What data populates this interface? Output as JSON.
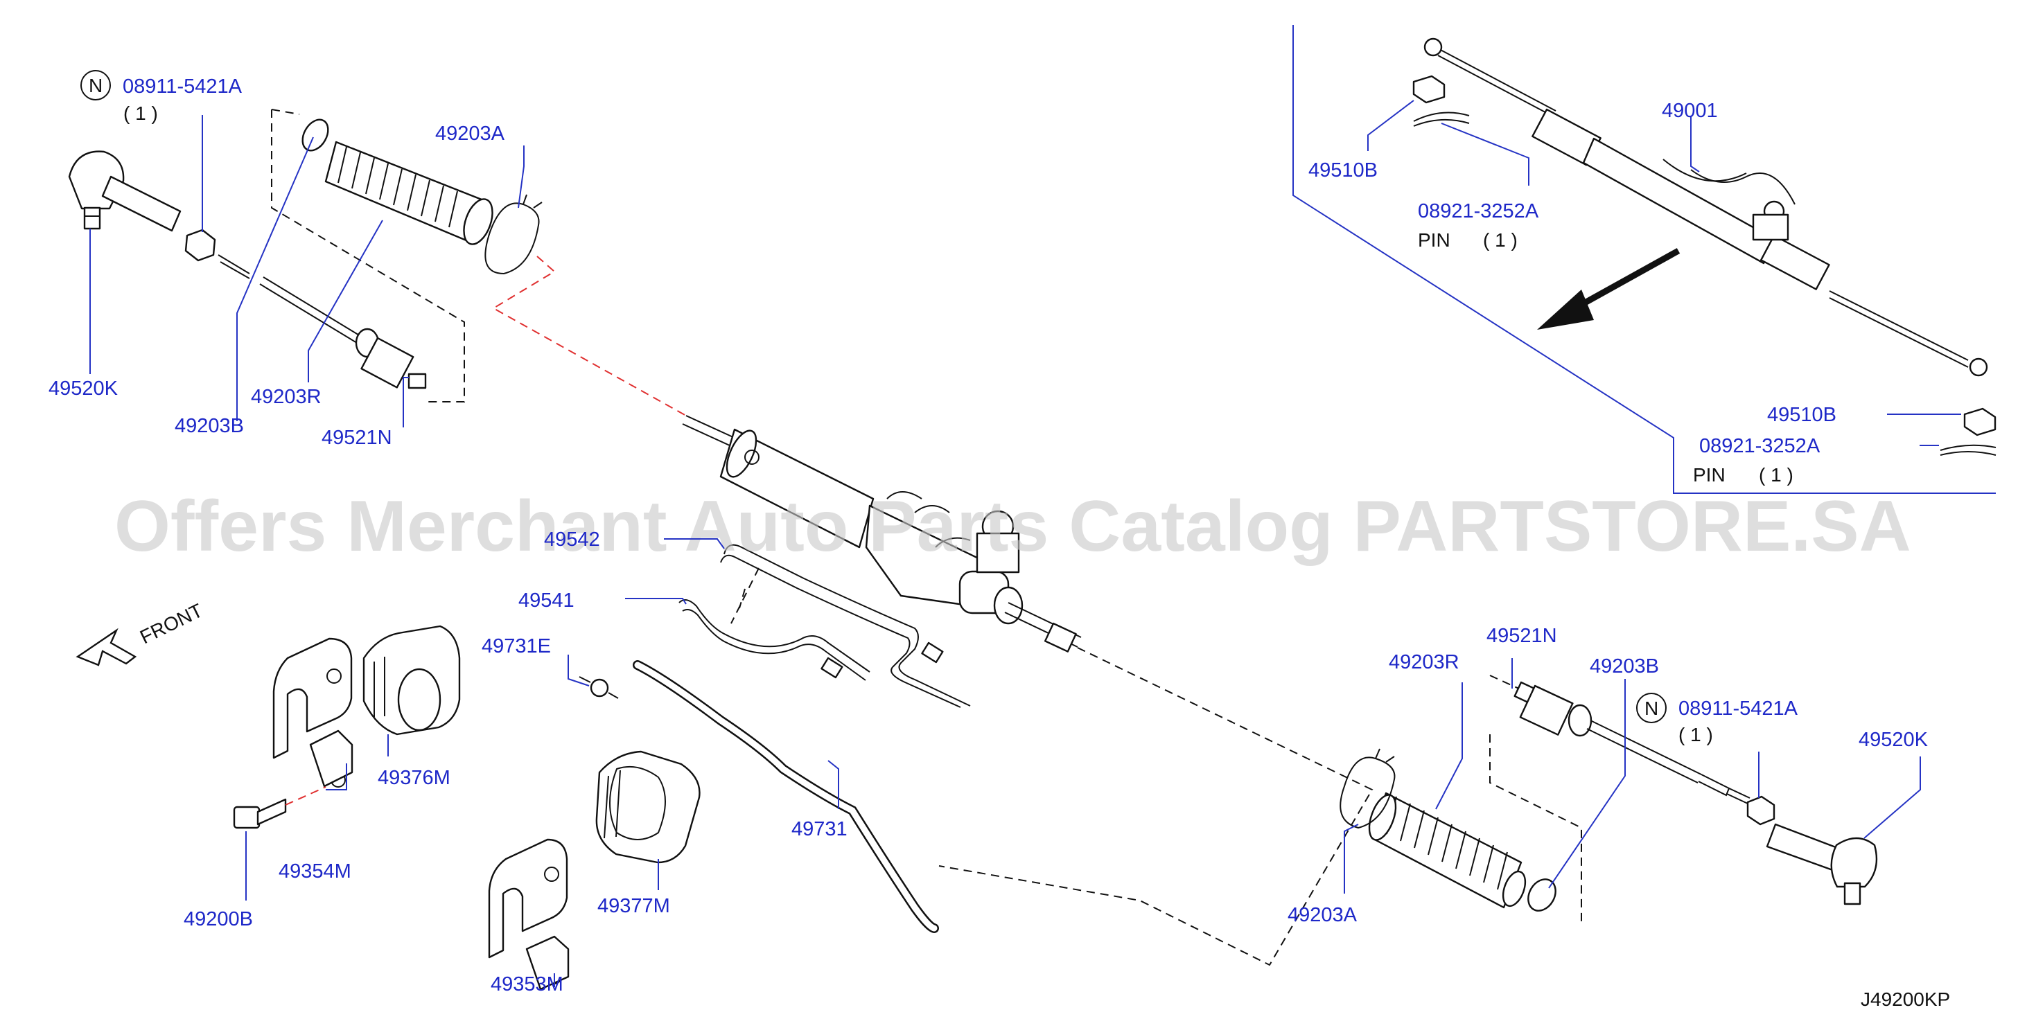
{
  "watermark": "Offers Merchant Auto Parts Catalog PARTSTORE.SA",
  "diagram_code": "J49200KP",
  "front_label": "FRONT",
  "n_symbol": "N",
  "labels": {
    "tie_rod_nut_left": "08911-5421A",
    "tie_rod_nut_left_qty": "(   1   )",
    "boot_clamp_left": "49203A",
    "tie_rod_end_left": "49520K",
    "boot_band_left": "49203B",
    "boot_left": "49203R",
    "inner_socket_left": "49521N",
    "assembly": "49001",
    "cotter_washer_top": "49510B",
    "cotter_pin_top": "08921-3252A",
    "pin_word_top": "PIN",
    "pin_qty_top": "(   1   )",
    "cotter_washer_bottom": "49510B",
    "cotter_pin_bottom": "08921-3252A",
    "pin_word_bottom": "PIN",
    "pin_qty_bottom": "(   1   )",
    "tube_upper": "49542",
    "tube_lower": "49541",
    "clip": "49731E",
    "hose": "49731",
    "insulator_right": "49376M",
    "clamp_right": "49354M",
    "bolt": "49200B",
    "insulator_left": "49377M",
    "clamp_left": "49353M",
    "boot_right": "49203R",
    "inner_socket_right": "49521N",
    "boot_band_right": "49203B",
    "tie_rod_nut_right": "08911-5421A",
    "tie_rod_nut_right_qty": "(   1   )",
    "tie_rod_end_right": "49520K",
    "boot_clamp_right": "49203A"
  }
}
